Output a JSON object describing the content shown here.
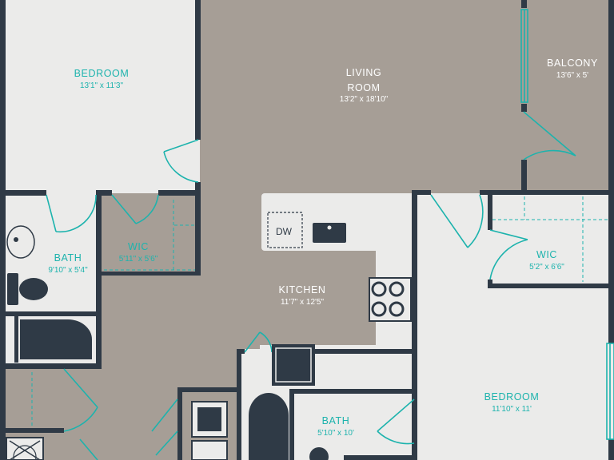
{
  "colors": {
    "wall": "#2f3a46",
    "floor_light": "#ebebea",
    "floor_taupe": "#a69e96",
    "accent": "#1db3ad",
    "label_light": "#ffffff"
  },
  "rooms": {
    "bedroom_1": {
      "name": "BEDROOM",
      "dims": "13'1\" x 11'3\""
    },
    "living_room": {
      "name_line1": "LIVING",
      "name_line2": "ROOM",
      "dims": "13'2\" x 18'10\""
    },
    "balcony": {
      "name": "BALCONY",
      "dims": "13'6\" x 5'"
    },
    "bath_1": {
      "name": "BATH",
      "dims": "9'10\" x 5'4\""
    },
    "wic_1": {
      "name": "WIC",
      "dims": "5'11\" x 5'6\""
    },
    "kitchen": {
      "name": "KITCHEN",
      "dims": "11'7\" x 12'5\""
    },
    "wic_2": {
      "name": "WIC",
      "dims": "5'2\" x 6'6\""
    },
    "bedroom_2": {
      "name": "BEDROOM",
      "dims": "11'10\" x 11'"
    },
    "bath_2": {
      "name": "BATH",
      "dims": "5'10\" x 10'"
    }
  },
  "fixtures": {
    "dishwasher_label": "DW"
  }
}
